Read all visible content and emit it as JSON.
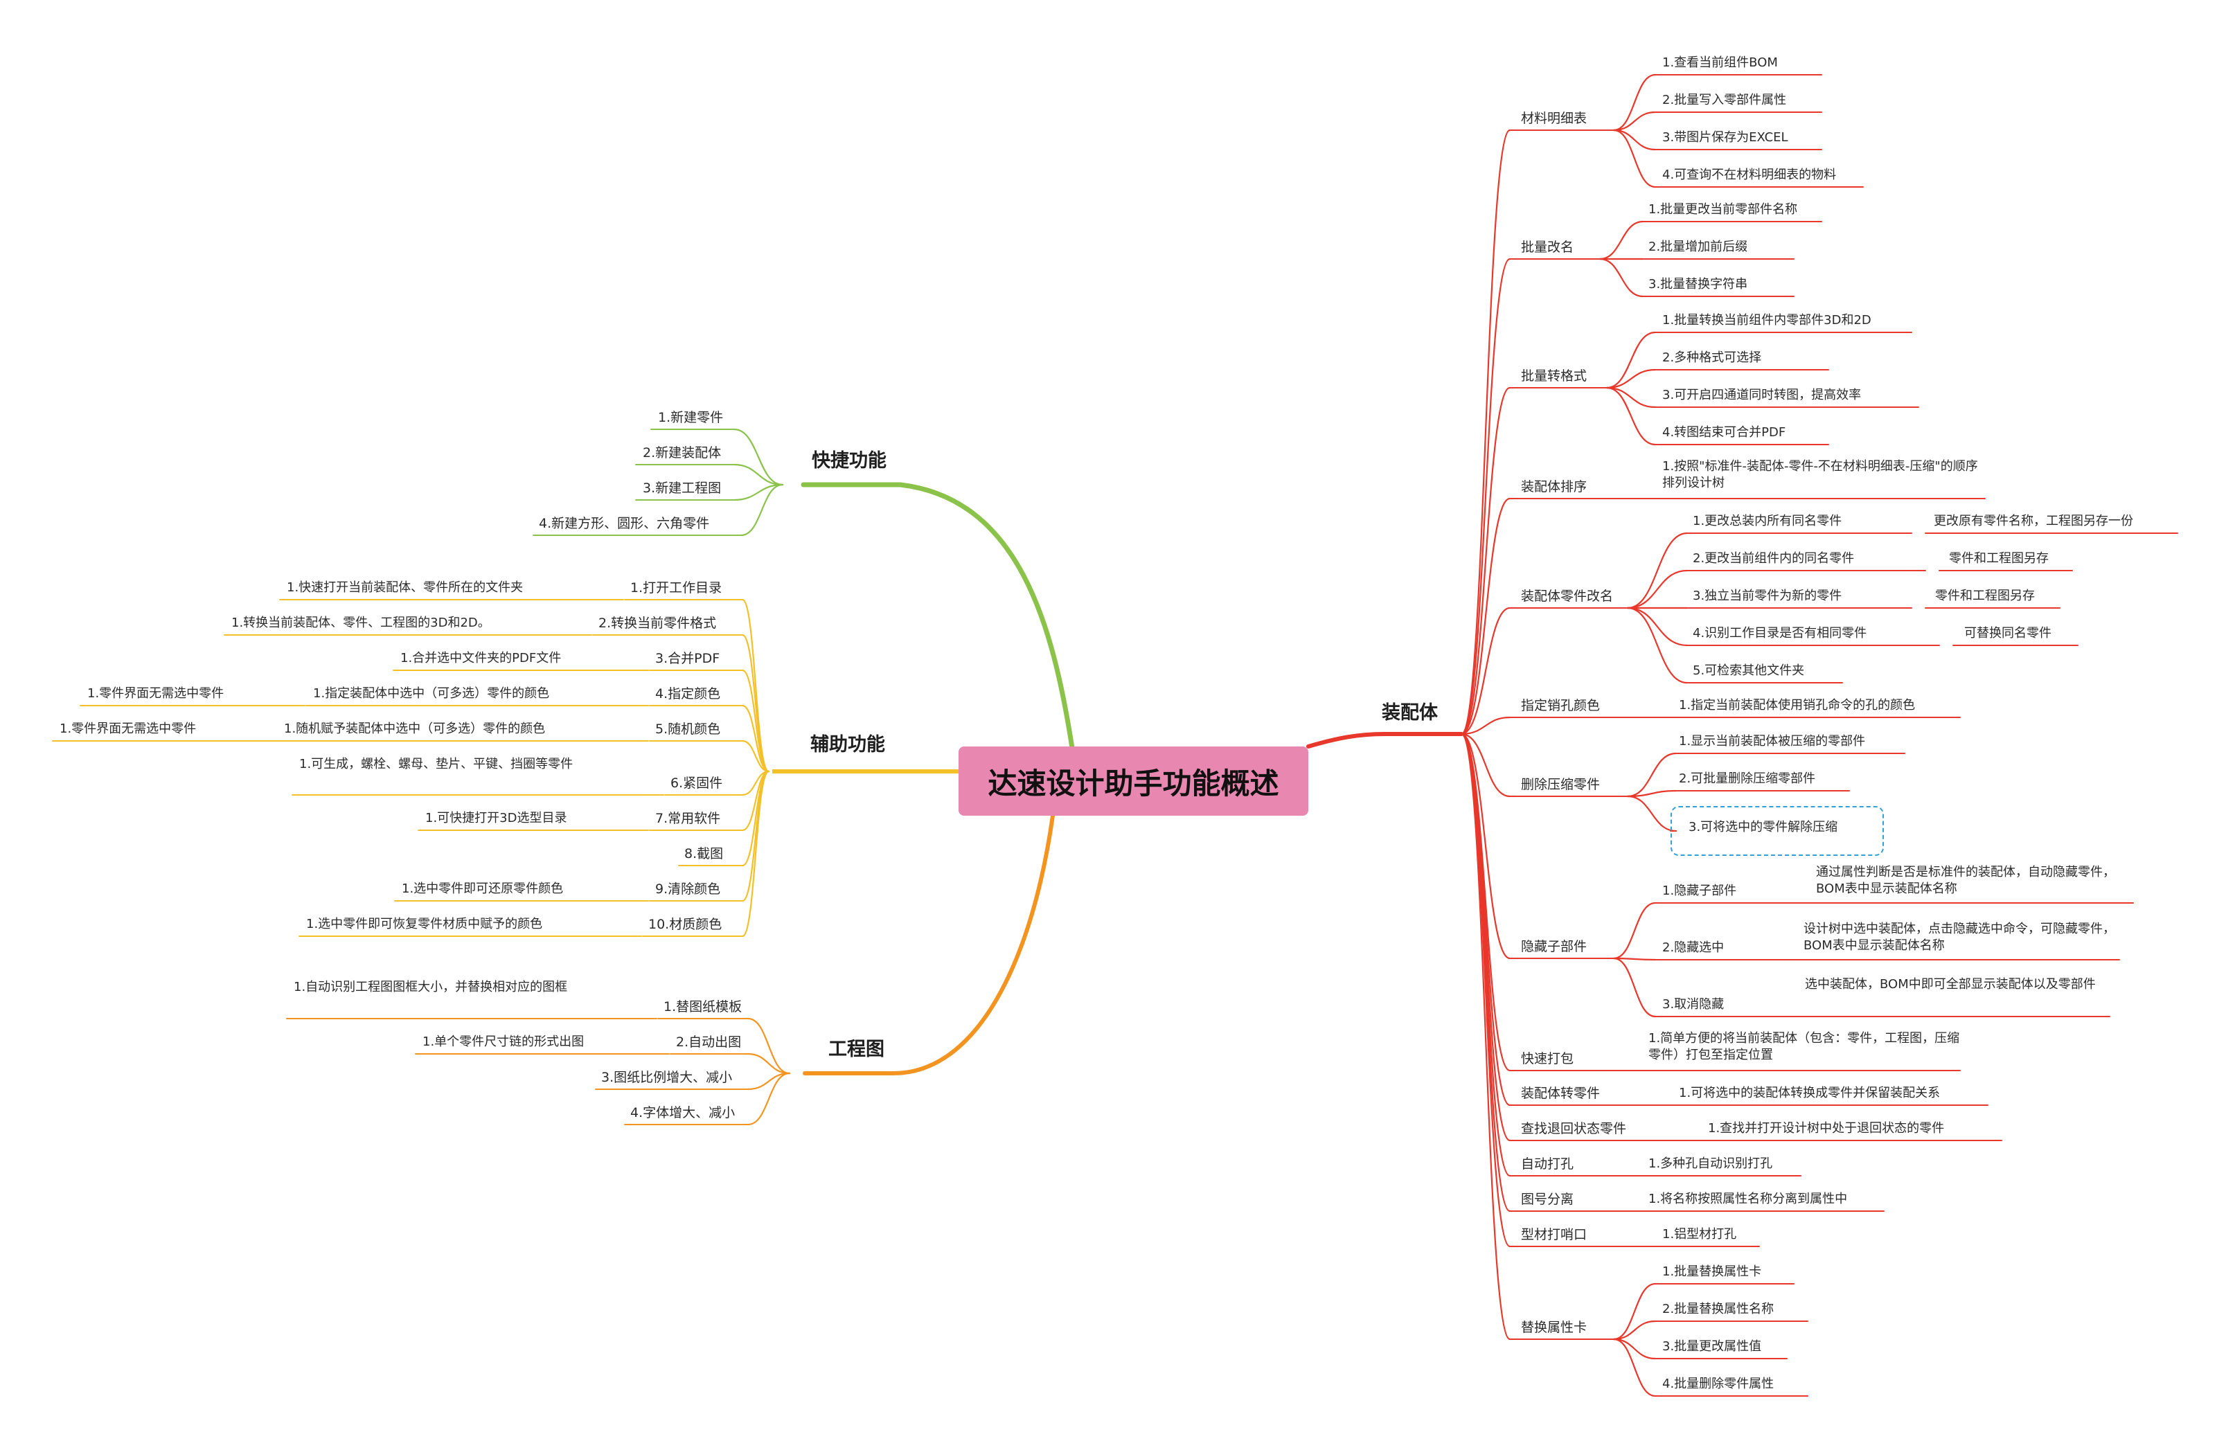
{
  "colors": {
    "root": "#e887b0",
    "assembly": "#e8372b",
    "quick": "#8bc34a",
    "aux": "#f4c02a",
    "drawing": "#f39421",
    "selection": "#2fa0d8"
  },
  "root": "达速设计助手功能概述",
  "branches": {
    "quick": {
      "title": "快捷功能",
      "items": [
        "1.新建零件",
        "2.新建装配体",
        "3.新建工程图",
        "4.新建方形、圆形、六角零件"
      ]
    },
    "aux": {
      "title": "辅助功能",
      "items": [
        {
          "label": "1.打开工作目录",
          "detail": "1.快速打开当前装配体、零件所在的文件夹"
        },
        {
          "label": "2.转换当前零件格式",
          "detail": "1.转换当前装配体、零件、工程图的3D和2D。"
        },
        {
          "label": "3.合并PDF",
          "detail": "1.合并选中文件夹的PDF文件"
        },
        {
          "label": "4.指定颜色",
          "detail": "1.指定装配体中选中（可多选）零件的颜色",
          "sub": "1.零件界面无需选中零件"
        },
        {
          "label": "5.随机颜色",
          "detail": "1.随机赋予装配体中选中（可多选）零件的颜色",
          "sub": "1.零件界面无需选中零件"
        },
        {
          "label": "6.紧固件",
          "detail": "1.可生成，螺栓、螺母、垫片、平键、挡圈等零件"
        },
        {
          "label": "7.常用软件",
          "detail": "1.可快捷打开3D选型目录"
        },
        {
          "label": "8.截图"
        },
        {
          "label": "9.清除颜色",
          "detail": "1.选中零件即可还原零件颜色"
        },
        {
          "label": "10.材质颜色",
          "detail": "1.选中零件即可恢复零件材质中赋予的颜色"
        }
      ]
    },
    "drawing": {
      "title": "工程图",
      "items": [
        {
          "label": "1.替图纸模板",
          "detail": "1.自动识别工程图图框大小，并替换相对应的图框"
        },
        {
          "label": "2.自动出图",
          "detail": "1.单个零件尺寸链的形式出图"
        },
        {
          "label": "3.图纸比例增大、减小"
        },
        {
          "label": "4.字体增大、减小"
        }
      ]
    },
    "assembly": {
      "title": "装配体",
      "items": [
        {
          "label": "材料明细表",
          "children": [
            "1.查看当前组件BOM",
            "2.批量写入零部件属性",
            "3.带图片保存为EXCEL",
            "4.可查询不在材料明细表的物料"
          ]
        },
        {
          "label": "批量改名",
          "children": [
            "1.批量更改当前零部件名称",
            "2.批量增加前后缀",
            "3.批量替换字符串"
          ]
        },
        {
          "label": "批量转格式",
          "children": [
            "1.批量转换当前组件内零部件3D和2D",
            "2.多种格式可选择",
            "3.可开启四通道同时转图，提高效率",
            "4.转图结束可合并PDF"
          ]
        },
        {
          "label": "装配体排序",
          "children": [
            "1.按照\"标准件-装配体-零件-不在材料明细表-压缩\"的顺序排列设计树"
          ]
        },
        {
          "label": "装配体零件改名",
          "children": [
            {
              "text": "1.更改总装内所有同名零件",
              "note": "更改原有零件名称，工程图另存一份"
            },
            {
              "text": "2.更改当前组件内的同名零件",
              "note": "零件和工程图另存"
            },
            {
              "text": "3.独立当前零件为新的零件",
              "note": "零件和工程图另存"
            },
            {
              "text": "4.识别工作目录是否有相同零件",
              "note": "可替换同名零件"
            },
            {
              "text": "5.可检索其他文件夹"
            }
          ]
        },
        {
          "label": "指定销孔颜色",
          "children": [
            "1.指定当前装配体使用销孔命令的孔的颜色"
          ]
        },
        {
          "label": "删除压缩零件",
          "children": [
            "1.显示当前装配体被压缩的零部件",
            "2.可批量删除压缩零部件",
            "3.可将选中的零件解除压缩"
          ]
        },
        {
          "label": "隐藏子部件",
          "children": [
            {
              "text": "1.隐藏子部件",
              "note": "通过属性判断是否是标准件的装配体，自动隐藏零件，BOM表中显示装配体名称"
            },
            {
              "text": "2.隐藏选中",
              "note": "设计树中选中装配体，点击隐藏选中命令，可隐藏零件，BOM表中显示装配体名称"
            },
            {
              "text": "3.取消隐藏",
              "note": "选中装配体，BOM中即可全部显示装配体以及零部件"
            }
          ]
        },
        {
          "label": "快速打包",
          "children": [
            "1.简单方便的将当前装配体（包含：零件，工程图，压缩零件）打包至指定位置"
          ]
        },
        {
          "label": "装配体转零件",
          "children": [
            "1.可将选中的装配体转换成零件并保留装配关系"
          ]
        },
        {
          "label": "查找退回状态零件",
          "children": [
            "1.查找并打开设计树中处于退回状态的零件"
          ]
        },
        {
          "label": "自动打孔",
          "children": [
            "1.多种孔自动识别打孔"
          ]
        },
        {
          "label": "图号分离",
          "children": [
            "1.将名称按照属性名称分离到属性中"
          ]
        },
        {
          "label": "型材打哨口",
          "children": [
            "1.铝型材打孔"
          ]
        },
        {
          "label": "替换属性卡",
          "children": [
            "1.批量替换属性卡",
            "2.批量替换属性名称",
            "3.批量更改属性值",
            "4.批量删除零件属性"
          ]
        }
      ]
    }
  }
}
